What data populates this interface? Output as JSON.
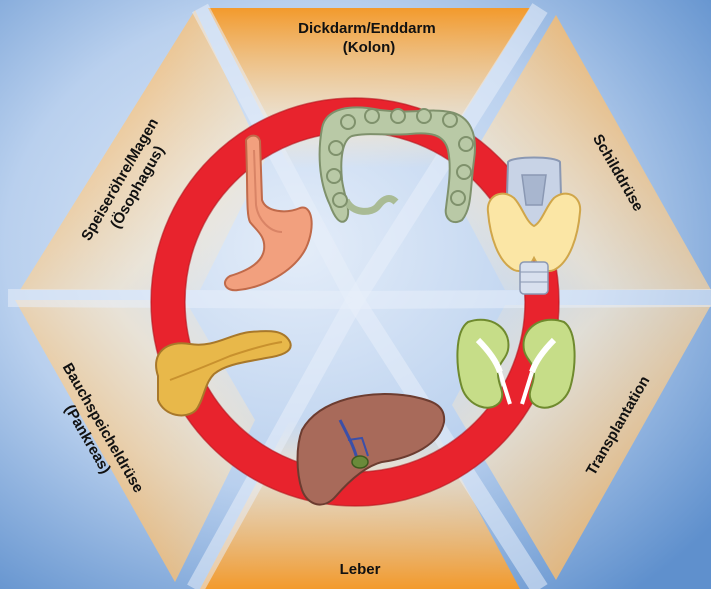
{
  "segments": {
    "top": {
      "line1": "Dickdarm/Enddarm",
      "line2": "(Kolon)",
      "organ_icon": "colon-icon"
    },
    "upper_right": {
      "line1": "Schilddrüse",
      "organ_icon": "thyroid-icon"
    },
    "lower_right": {
      "line1": "Transplantation",
      "organ_icon": "kidneys-icon"
    },
    "bottom": {
      "line1": "Leber",
      "organ_icon": "liver-icon"
    },
    "lower_left": {
      "line1": "Bauchspeicheldrüse",
      "line2": "(Pankreas)",
      "organ_icon": "pancreas-icon"
    },
    "upper_left": {
      "line1": "Speiseröhre/Magen",
      "line2": "(Ösophagus)",
      "organ_icon": "stomach-icon"
    }
  },
  "colors": {
    "background_light": "#dce8f7",
    "background_dark": "#6c9bd1",
    "segment_outer": "#f4a33a",
    "segment_inner": "#fff3dc",
    "ring": "#e8232d",
    "ring_dark": "#b4141c"
  }
}
